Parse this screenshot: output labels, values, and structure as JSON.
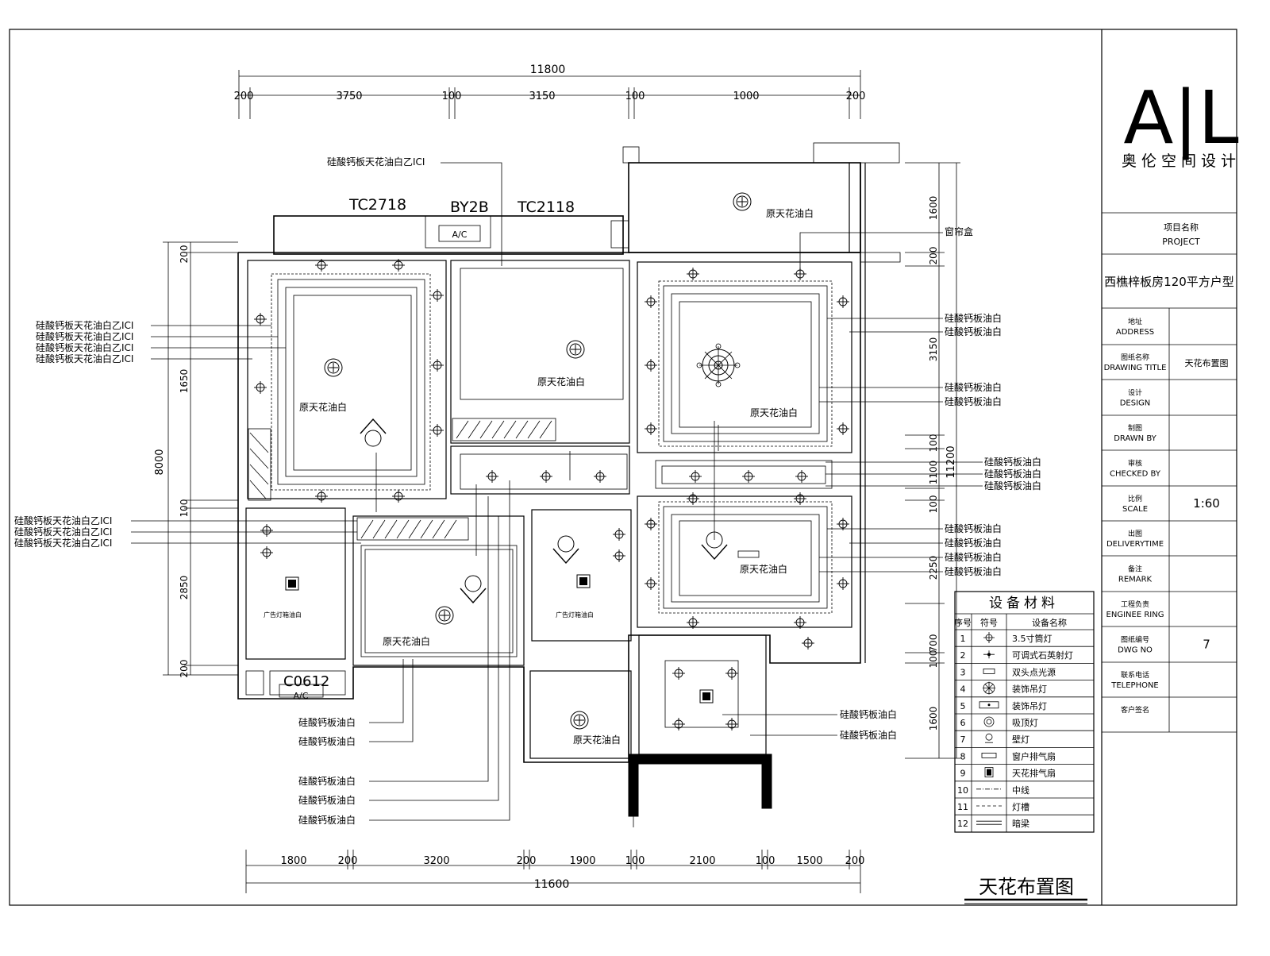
{
  "title_block": {
    "logo": "A|L",
    "company": "奥伦空间设计",
    "project_label_cn": "项目名称",
    "project_label_en": "PROJECT",
    "project_name": "西樵梓板房120平方户型",
    "rows": [
      {
        "cn": "地址",
        "en": "ADDRESS",
        "value": ""
      },
      {
        "cn": "图纸名称",
        "en": "DRAWING TITLE",
        "value": "天花布置图"
      },
      {
        "cn": "设计",
        "en": "DESIGN",
        "value": ""
      },
      {
        "cn": "制图",
        "en": "DRAWN BY",
        "value": ""
      },
      {
        "cn": "审核",
        "en": "CHECKED BY",
        "value": ""
      },
      {
        "cn": "比例",
        "en": "SCALE",
        "value": "1:60"
      },
      {
        "cn": "出图",
        "en": "DELIVERYTIME",
        "value": ""
      },
      {
        "cn": "备注",
        "en": "REMARK",
        "value": ""
      },
      {
        "cn": "工程负责",
        "en": "ENGINEE RING",
        "value": ""
      },
      {
        "cn": "图纸编号",
        "en": "DWG NO",
        "value": "7"
      },
      {
        "cn": "联系电话",
        "en": "TELEPHONE",
        "value": ""
      },
      {
        "cn": "客户签名",
        "en": "",
        "value": ""
      }
    ]
  },
  "drawing_title": "天花布置图",
  "dimensions": {
    "top_total": "11800",
    "top": [
      "200",
      "3750",
      "100",
      "3150",
      "100",
      "1000",
      "200"
    ],
    "bottom_total": "11600",
    "bottom": [
      "1800",
      "200",
      "3200",
      "200",
      "1900",
      "100",
      "2100",
      "100",
      "1500",
      "200"
    ],
    "left_total": "8000",
    "left": [
      "200",
      "1650",
      "100",
      "2850",
      "200"
    ],
    "right_total": "11200",
    "right": [
      "1600",
      "200",
      "3150",
      "100",
      "1100",
      "100",
      "2250",
      "700",
      "100",
      "1600"
    ]
  },
  "labels": {
    "tc2718": "TC2718",
    "by2b": "BY2B",
    "tc2118": "TC2118",
    "c0612": "C0612",
    "ac": "A/C",
    "curtain_box": "窗帘盒",
    "ceiling_white": "原天花油白",
    "board_ici": "硅酸钙板天花油白乙ICI",
    "board_white": "硅酸钙板油白",
    "note_small": "广告灯箱油白"
  },
  "legend": {
    "title": "设备材料",
    "headers": [
      "序号",
      "符号",
      "设备名称"
    ],
    "rows": [
      {
        "no": "1",
        "icon": "downlight-icon",
        "name": "3.5寸筒灯"
      },
      {
        "no": "2",
        "icon": "spotlight-icon",
        "name": "可调式石英射灯"
      },
      {
        "no": "3",
        "icon": "double-spot-icon",
        "name": "双头点光源"
      },
      {
        "no": "4",
        "icon": "chandelier-icon",
        "name": "装饰吊灯"
      },
      {
        "no": "5",
        "icon": "pendant-icon",
        "name": "装饰吊灯"
      },
      {
        "no": "6",
        "icon": "ceiling-lamp-icon",
        "name": "吸顶灯"
      },
      {
        "no": "7",
        "icon": "wall-lamp-icon",
        "name": "壁灯"
      },
      {
        "no": "8",
        "icon": "window-fan-icon",
        "name": "窗户排气扇"
      },
      {
        "no": "9",
        "icon": "ceiling-fan-icon",
        "name": "天花排气扇"
      },
      {
        "no": "10",
        "icon": "centerline-icon",
        "name": "中线"
      },
      {
        "no": "11",
        "icon": "light-trough-icon",
        "name": "灯槽"
      },
      {
        "no": "12",
        "icon": "concealed-icon",
        "name": "暗梁"
      }
    ]
  }
}
